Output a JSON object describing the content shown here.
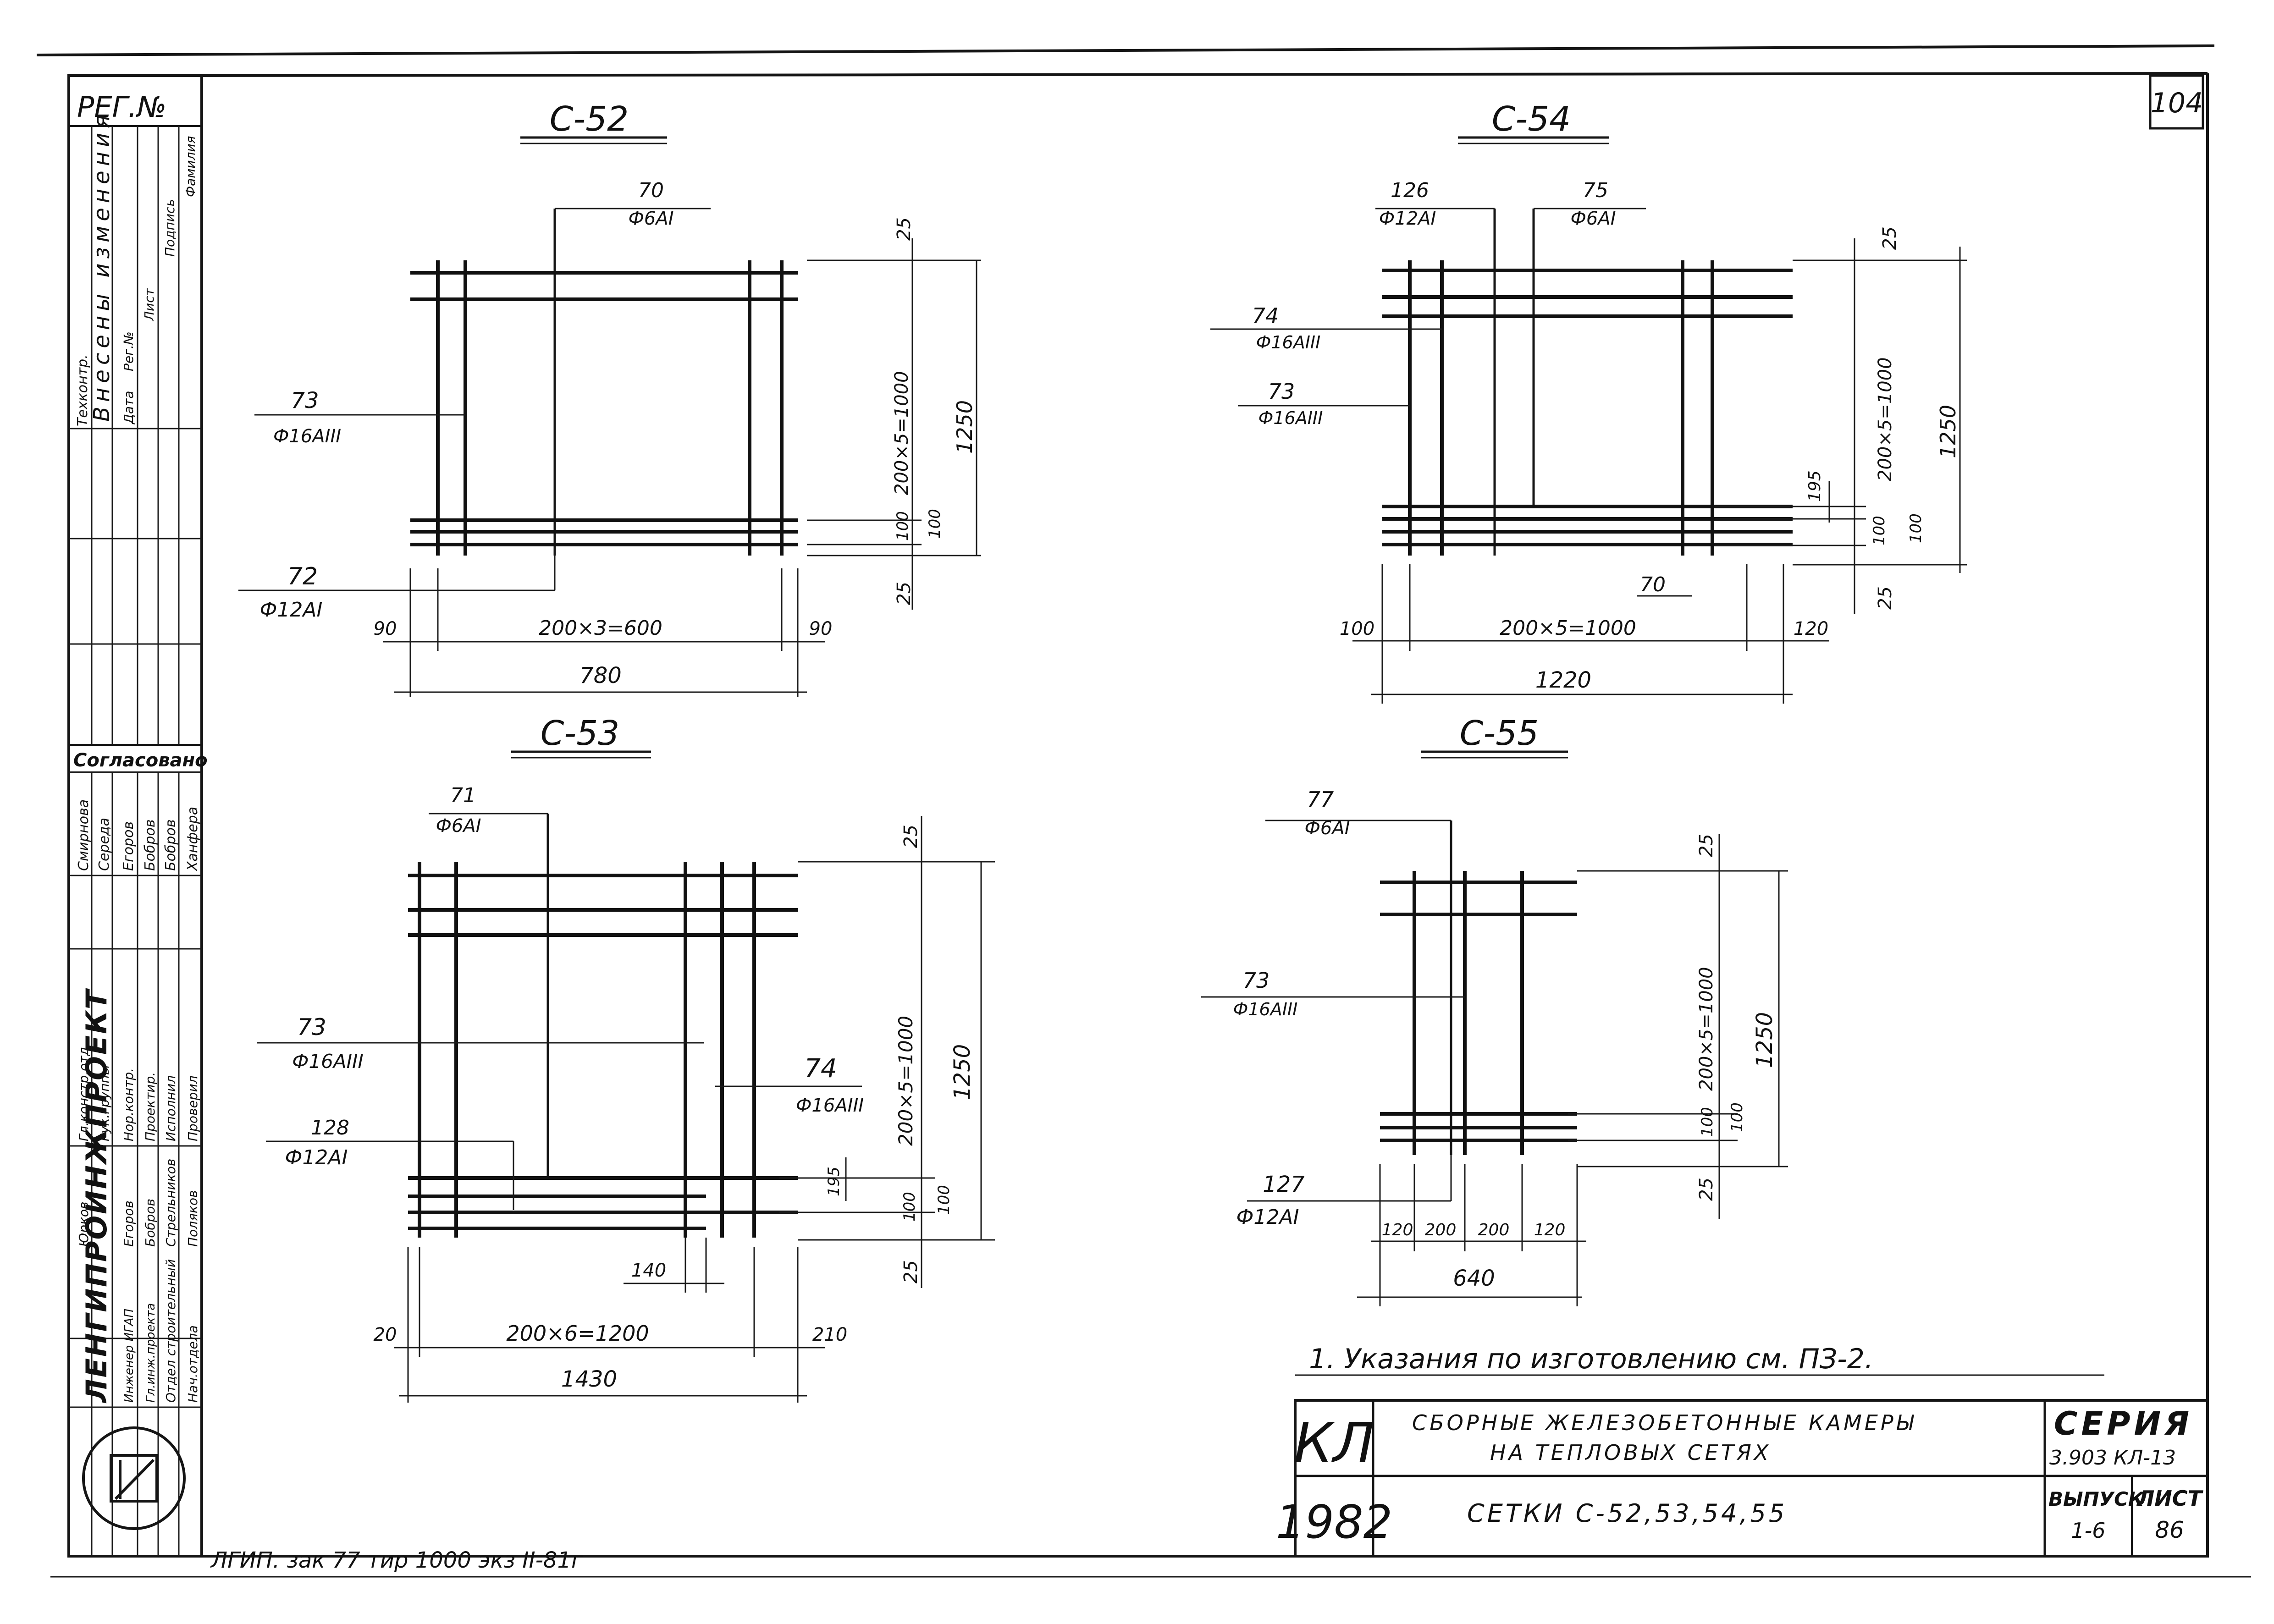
{
  "sheet_number": "104",
  "bottom_note": "ЛГИП. зак 77 тир 1000 экз II-81г",
  "note": "1. Указания по изготовлению см. ПЗ-2.",
  "left_strip": {
    "reg_no": "РЕГ.№",
    "changes_header": "Внесены изменения",
    "changes_subheader": "Техконтр.",
    "change_cols": [
      "Дата",
      "Рег.№",
      "Лист",
      "Подпись",
      "Фамилия"
    ],
    "agreed": "Согласовано",
    "agreed_rows": [
      {
        "role": "Смирнова",
        "name": "Середа"
      },
      {
        "role": "Егоров",
        "name": "Бобров"
      },
      {
        "role": "Бобров",
        "name": "Ханфера"
      }
    ],
    "staff": [
      {
        "role": "Гл.констр.отд.",
        "name": "Юрков"
      },
      {
        "role": "Рук.группы",
        "name": "Егоров"
      },
      {
        "role": "Нор.контр.",
        "name": "Егоров"
      },
      {
        "role": "Проектир.",
        "name": "Бобров"
      },
      {
        "role": "Исполнил",
        "name": "Стрельников"
      },
      {
        "role": "Проверил",
        "name": "Поляков"
      }
    ],
    "org": "ЛЕНГИПРОИНЖПРОЕКТ",
    "dept_lines": [
      "Инженер ИГАП",
      "Гл.инж.проекта",
      "Отдел строительный",
      "Нач.отдела"
    ]
  },
  "title_block": {
    "code": "КЛ",
    "year": "1982",
    "title_line1": "СБОРНЫЕ ЖЕЛЕЗОБЕТОННЫЕ КАМЕРЫ",
    "title_line2": "НА ТЕПЛОВЫХ СЕТЯХ",
    "sheet_title": "СЕТКИ С-52,53,54,55",
    "series_label": "СЕРИЯ",
    "series_value": "3.903 КЛ-13",
    "issue_label": "ВЫПУСК",
    "issue_value": "1-6",
    "sheet_label": "ЛИСТ",
    "sheet_value": "86"
  },
  "meshes": [
    {
      "id": "c52",
      "title": "С-52",
      "labels": [
        {
          "pos": "70",
          "spec": "Ф6АI"
        },
        {
          "pos": "73",
          "spec": "Ф16АIII"
        },
        {
          "pos": "72",
          "spec": "Ф12АI"
        }
      ],
      "dims": {
        "top": "25",
        "pitch": "200×5=1000",
        "total_v": "1250",
        "a": "100",
        "b": "100",
        "bottom": "25",
        "left": "90",
        "mid": "200×3=600",
        "right": "90",
        "total_h": "780"
      }
    },
    {
      "id": "c54",
      "title": "С-54",
      "labels": [
        {
          "pos": "126",
          "spec": "Ф12АI"
        },
        {
          "pos": "75",
          "spec": "Ф6АI"
        },
        {
          "pos": "74",
          "spec": "Ф16АIII"
        },
        {
          "pos": "73",
          "spec": "Ф16АIII"
        },
        {
          "pos": "70",
          "spec": ""
        }
      ],
      "dims": {
        "top": "25",
        "pitch": "200×5=1000",
        "total_v": "1250",
        "side": "195",
        "a": "100",
        "b": "100",
        "bottom": "25",
        "left": "100",
        "mid": "200×5=1000",
        "right": "120",
        "total_h": "1220"
      }
    },
    {
      "id": "c53",
      "title": "С-53",
      "labels": [
        {
          "pos": "71",
          "spec": "Ф6АI"
        },
        {
          "pos": "73",
          "spec": "Ф16АIII"
        },
        {
          "pos": "74",
          "spec": "Ф16АIII"
        },
        {
          "pos": "128",
          "spec": "Ф12АI"
        }
      ],
      "dims": {
        "top": "25",
        "pitch": "200×5=1000",
        "total_v": "1250",
        "side": "195",
        "a": "100",
        "b": "100",
        "bottom": "25",
        "gap": "140",
        "left": "20",
        "mid": "200×6=1200",
        "right": "210",
        "total_h": "1430"
      }
    },
    {
      "id": "c55",
      "title": "С-55",
      "labels": [
        {
          "pos": "77",
          "spec": "Ф6АI"
        },
        {
          "pos": "73",
          "spec": "Ф16АIII"
        },
        {
          "pos": "127",
          "spec": "Ф12АI"
        }
      ],
      "dims": {
        "top": "25",
        "pitch": "200×5=1000",
        "total_v": "1250",
        "a": "100",
        "b": "100",
        "bottom": "25",
        "s1": "120",
        "s2": "200",
        "s3": "200",
        "s4": "120",
        "total_h": "640"
      }
    }
  ]
}
